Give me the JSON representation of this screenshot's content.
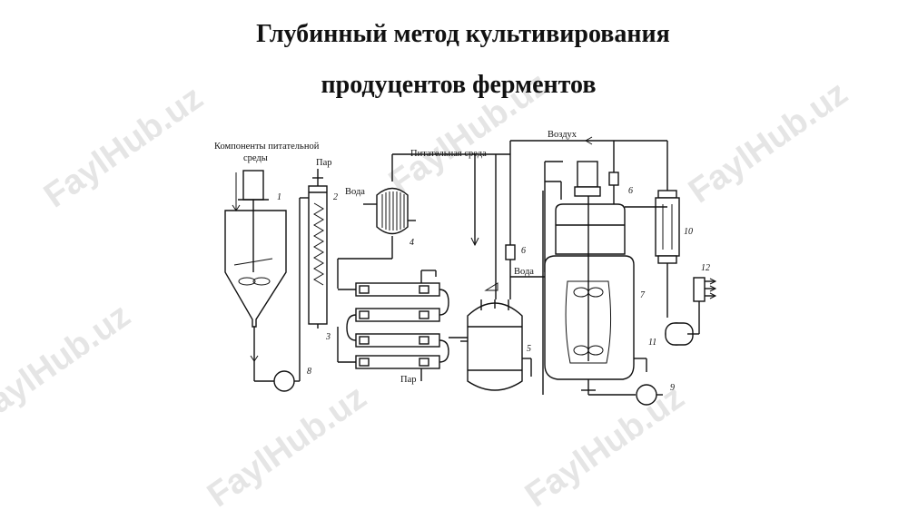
{
  "title_line1": "Глубинный метод культивирования",
  "title_line2": "продуцентов ферментов",
  "watermark": "FaylHub.uz",
  "labels": {
    "components": "Компоненты питательной",
    "components2": "среды",
    "steam_top": "Пар",
    "water_left": "Вода",
    "nutrient_medium": "Питательная среда",
    "air": "Воздух",
    "water_right": "Вода",
    "steam_bottom": "Пар"
  },
  "numbers": [
    "1",
    "2",
    "3",
    "4",
    "5",
    "6",
    "6",
    "7",
    "8",
    "9",
    "10",
    "11",
    "12"
  ]
}
